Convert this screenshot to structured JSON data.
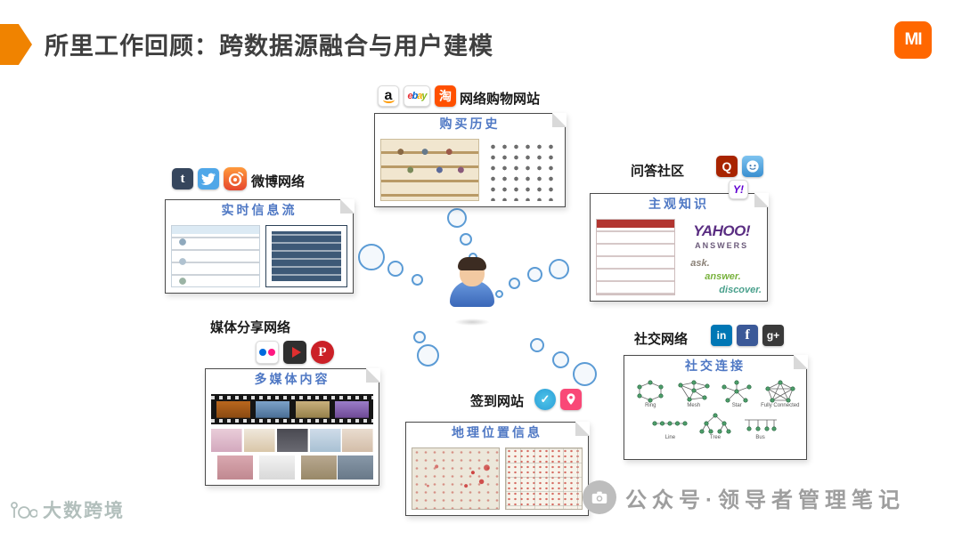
{
  "header": {
    "title": "所里工作回顾：跨数据源融合与用户建模",
    "brand_logo": "MI"
  },
  "groups": {
    "shopping": {
      "label": "网络购物网站",
      "panel_title": "购买历史",
      "icons": [
        "amazon-icon",
        "ebay-icon",
        "taobao-icon"
      ],
      "amazon_letter": "a",
      "ebay_letters": [
        "e",
        "b",
        "a",
        "y"
      ],
      "taobao_char": "淘"
    },
    "microblog": {
      "label": "微博网络",
      "panel_title": "实时信息流",
      "icons": [
        "tumblr-icon",
        "twitter-icon",
        "weibo-icon"
      ],
      "tumblr_letter": "t"
    },
    "qa": {
      "label": "问答社区",
      "panel_title": "主观知识",
      "icons": [
        "quora-icon",
        "qa-face-icon",
        "yahoo-icon"
      ],
      "quora_letter": "Q",
      "yahoo_mark": "Y!",
      "answers_brand": "YAHOO!",
      "answers_sub": "ANSWERS",
      "tagline": [
        "ask.",
        "answer.",
        "discover."
      ]
    },
    "media": {
      "label": "媒体分享网络",
      "panel_title": "多媒体内容",
      "icons": [
        "flickr-icon",
        "youtube-icon",
        "pinterest-icon"
      ],
      "pinterest_letter": "P"
    },
    "checkin": {
      "label": "签到网站",
      "panel_title": "地理位置信息",
      "icons": [
        "swarm-icon",
        "foursquare-icon"
      ],
      "swarm_mark": "✓"
    },
    "social": {
      "label": "社交网络",
      "panel_title": "社交连接",
      "icons": [
        "linkedin-icon",
        "facebook-icon",
        "gplus-icon"
      ],
      "linkedin_mark": "in",
      "facebook_letter": "f",
      "gplus_mark": "g+",
      "topologies": [
        "Ring",
        "Mesh",
        "Star",
        "Fully Connected",
        "Line",
        "Tree",
        "Bus"
      ]
    }
  },
  "watermarks": {
    "left_text": "大数跨境",
    "right_text": "公众号·领导者管理笔记"
  },
  "colors": {
    "accent_orange": "#f08300",
    "xiaomi_orange": "#ff6700",
    "panel_title_blue": "#4f78c4",
    "bubble_blue": "#5b9bd5"
  }
}
